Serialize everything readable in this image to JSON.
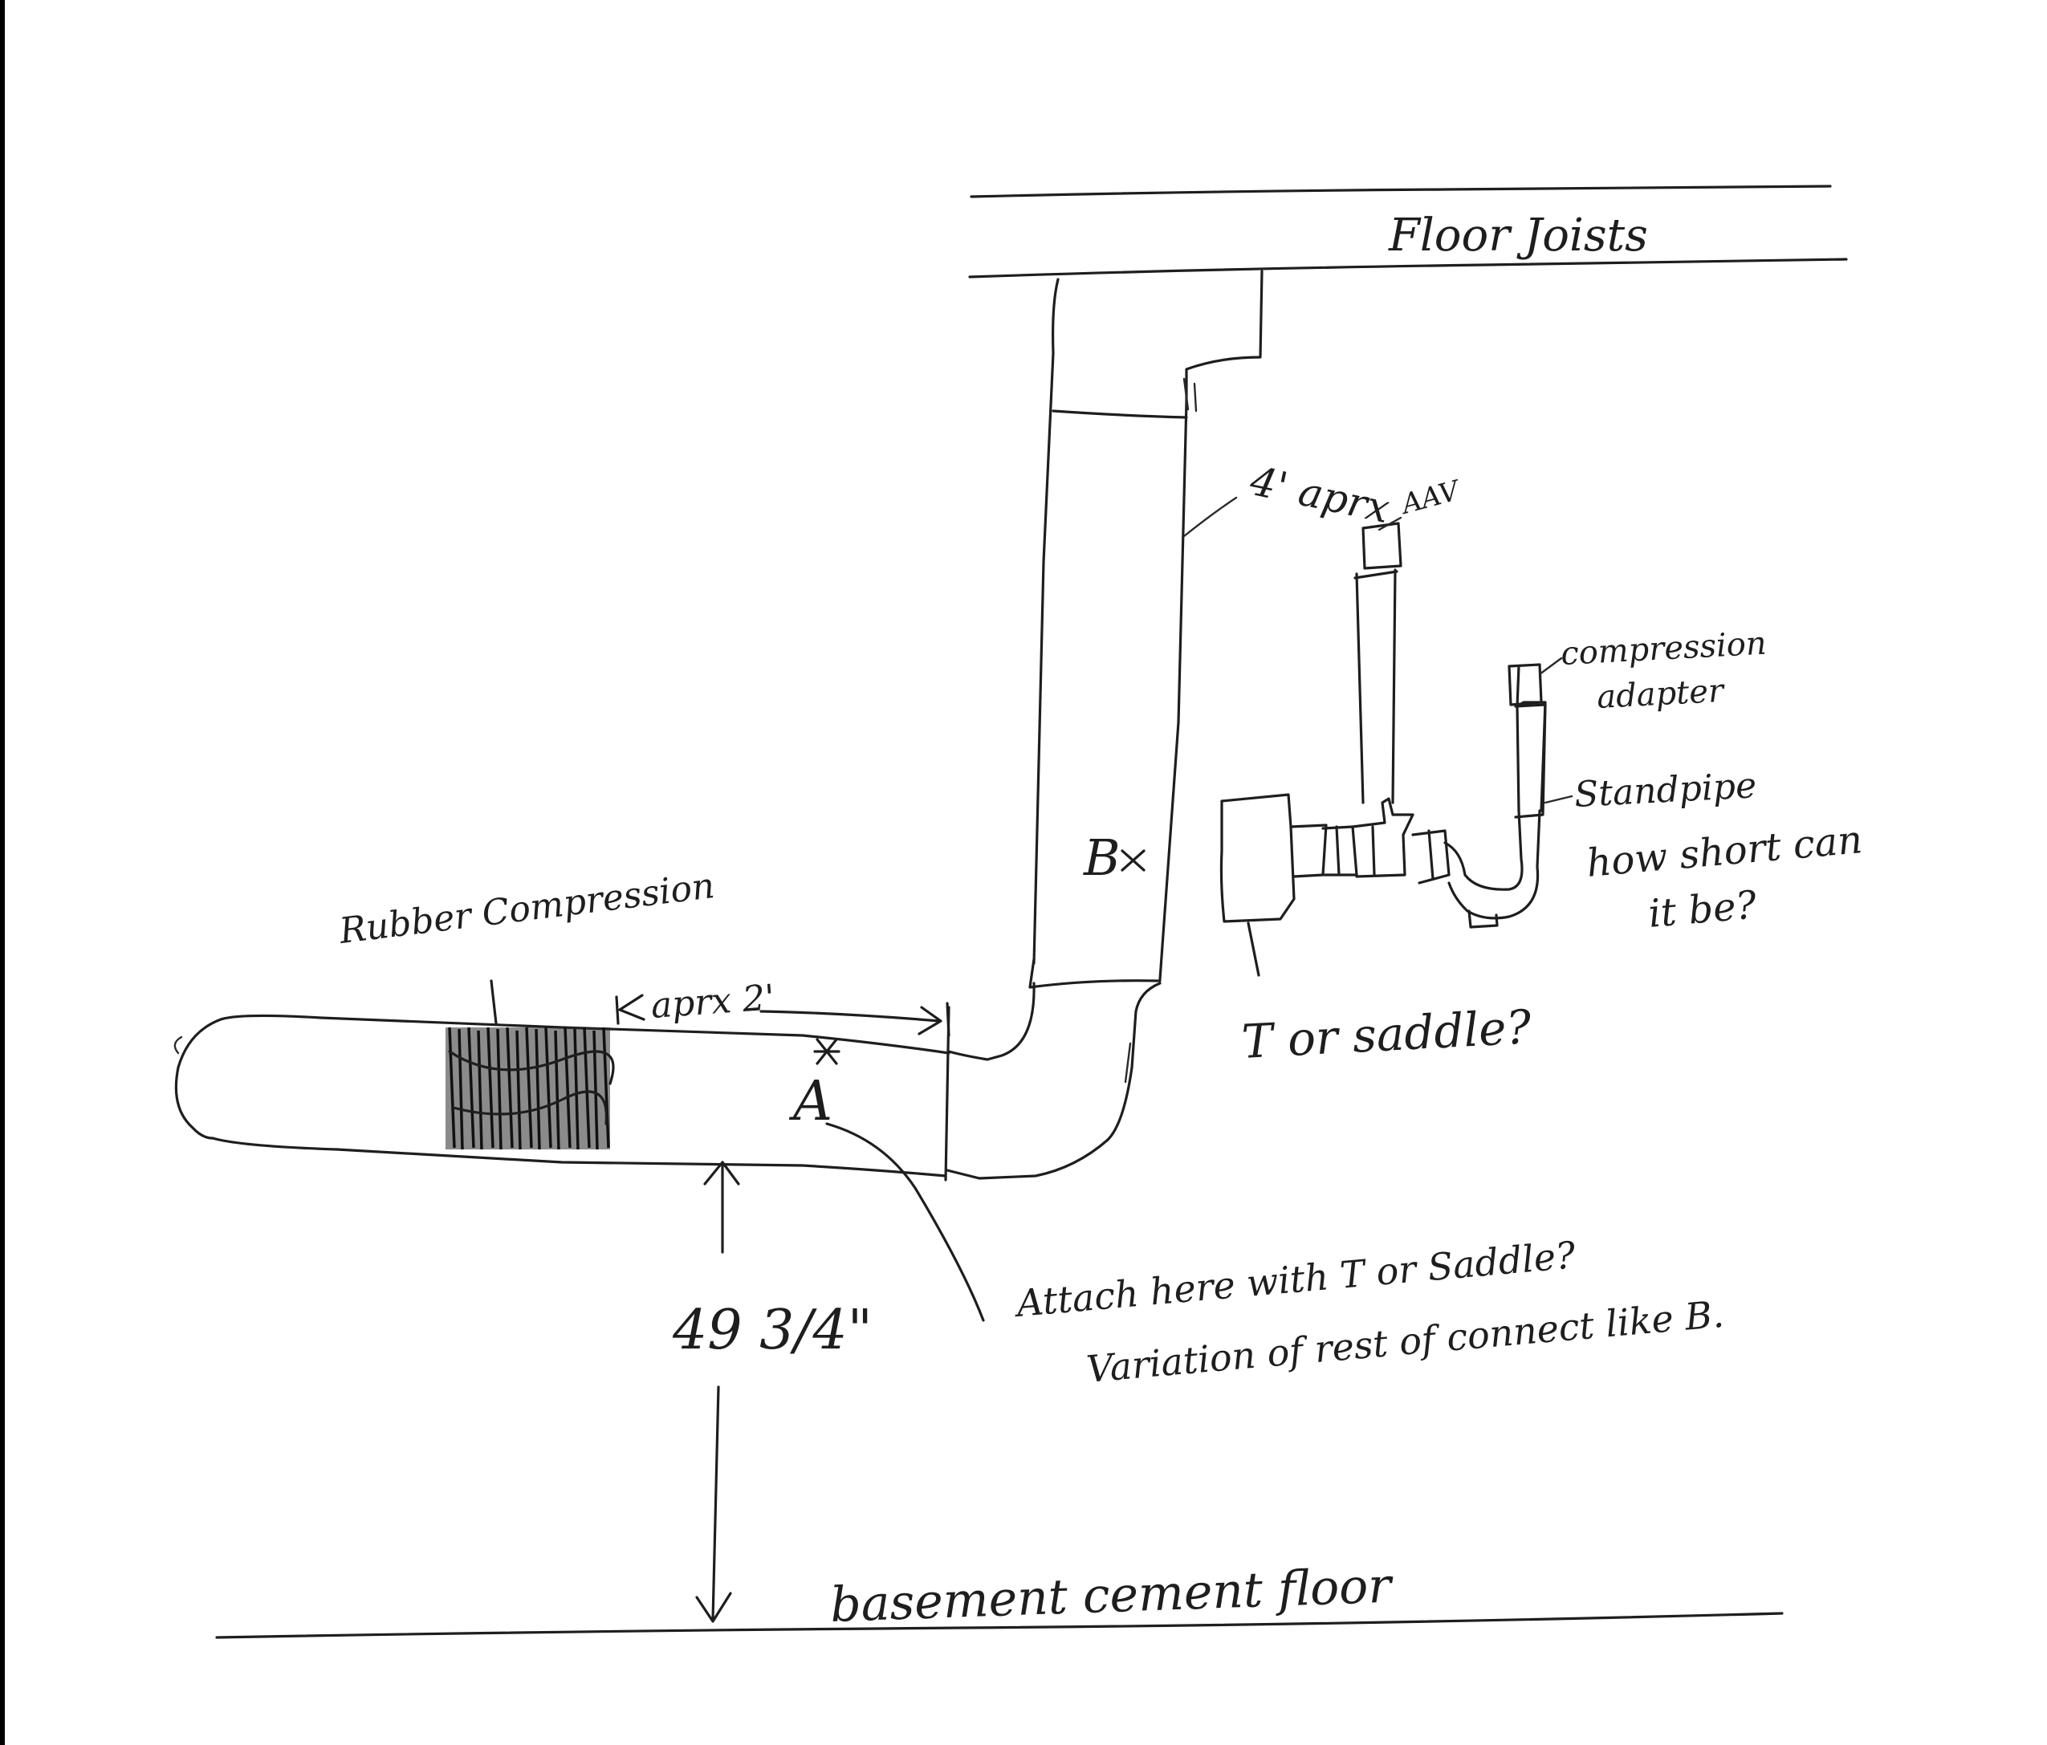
{
  "labels": {
    "floor_joists": "Floor Joists",
    "approx_4ft": "4' aprx",
    "aav": "AAV",
    "compression_adapter_1": "compression",
    "compression_adapter_2": "adapter",
    "standpipe": "Standpipe",
    "how_short_1": "how short can",
    "how_short_2": "it be?",
    "point_b": "B",
    "t_or_saddle": "T or saddle?",
    "rubber_compression": "Rubber Compression",
    "approx_2ft": "aprx 2'",
    "point_a": "A",
    "attach_line_1": "Attach here with T or Saddle?",
    "attach_line_2": "Variation of rest of connect like B.",
    "height": "49 3/4\"",
    "basement_floor": "basement cement floor"
  }
}
